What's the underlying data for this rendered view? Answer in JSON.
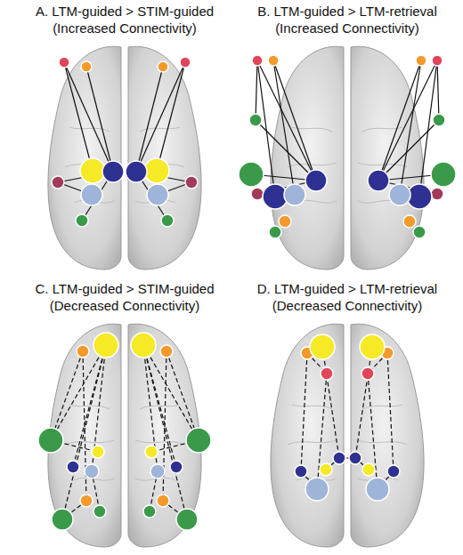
{
  "diagram": {
    "labels": [
      "A. LTM-guided > STIM-guided",
      "(Increased Connectivity)",
      "B. LTM-guided > LTM-retrieval",
      "(Increased Connectivity)",
      "C. LTM-guided > STIM-guided",
      "(Decreased Connectivity)",
      "D. LTM-guided > LTM-retrieval",
      "(Decreased Connectivity)"
    ]
  }
}
